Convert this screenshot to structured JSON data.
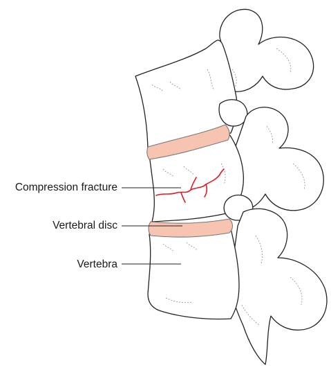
{
  "labels": {
    "compression_fracture": "Compression fracture",
    "vertebral_disc": "Vertebral disc",
    "vertebra": "Vertebra"
  },
  "colors": {
    "bone_outline": "#222222",
    "bone_fill": "#ffffff",
    "disc_fill": "#f6c4b0",
    "fracture_line": "#e01b24",
    "detail_stroke": "#777777"
  }
}
